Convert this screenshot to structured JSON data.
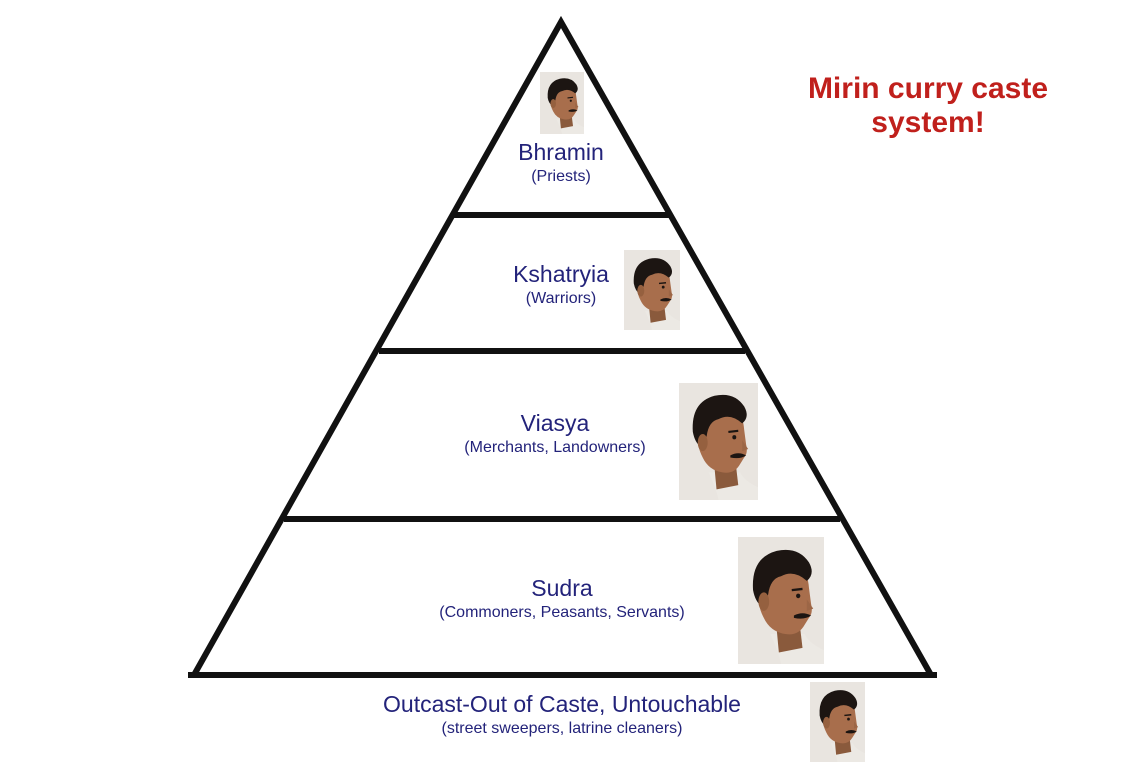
{
  "caption": "Mirin curry caste system!",
  "tiers": [
    {
      "name": "Bhramin",
      "desc": "(Priests)"
    },
    {
      "name": "Kshatryia",
      "desc": "(Warriors)"
    },
    {
      "name": "Viasya",
      "desc": "(Merchants, Landowners)"
    },
    {
      "name": "Sudra",
      "desc": "(Commoners, Peasants, Servants)"
    },
    {
      "name": "Outcast-Out of Caste, Untouchable",
      "desc": "(street sweepers, latrine cleaners)"
    }
  ],
  "colors": {
    "label": "#23237a",
    "caption": "#c0201c",
    "outline": "#111111"
  },
  "portrait_icon": "man-profile-photo"
}
